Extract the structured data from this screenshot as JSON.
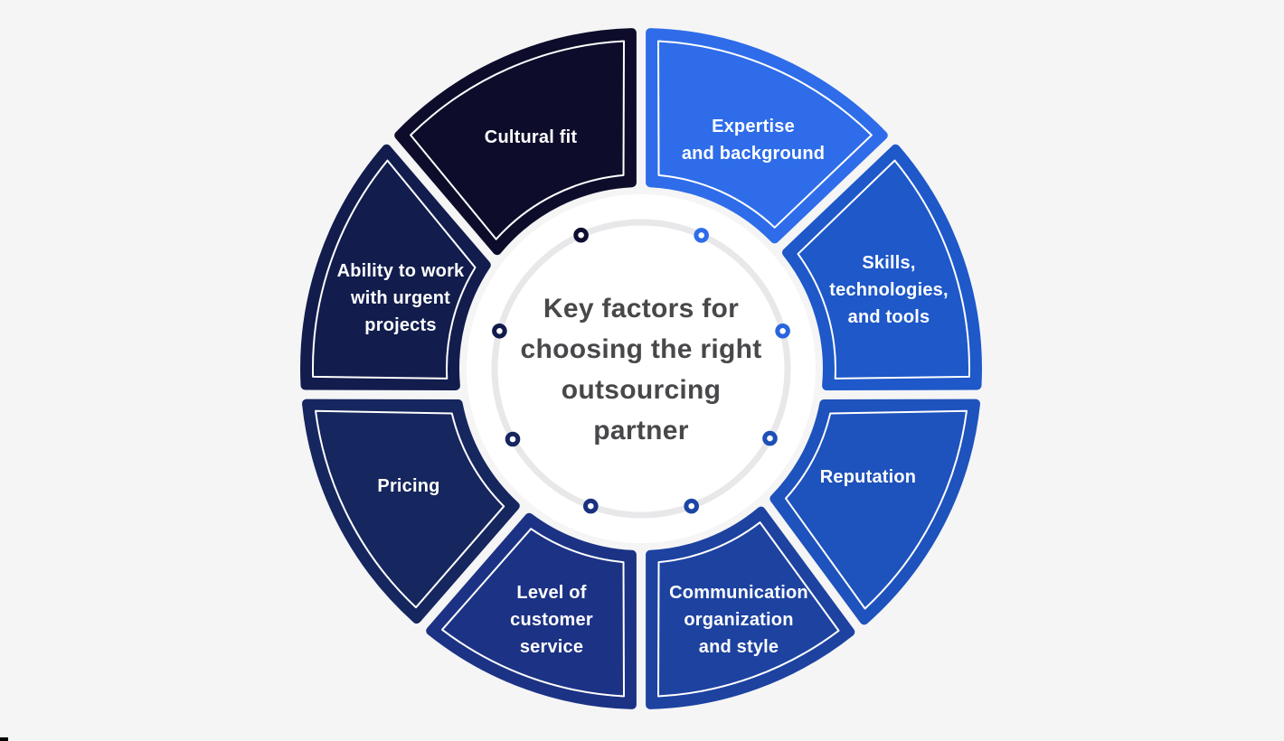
{
  "background_color": "#f5f5f6",
  "artifact_mark_color": "#000000",
  "label_text_color": "#ffffff",
  "center": {
    "title": "Key factors for choosing the right outsourcing partner",
    "title_lines": [
      "Key factors for",
      "choosing the right",
      "outsourcing",
      "partner"
    ],
    "text_color": "#48484b",
    "circle_color": "#ffffff",
    "ring_color": "#e8e8ea"
  },
  "segments": [
    {
      "id": "cultural-fit",
      "label": "Cultural fit",
      "lines": [
        "Cultural fit"
      ],
      "color": "#0d0d2b"
    },
    {
      "id": "expertise-and-background",
      "label": "Expertise and background",
      "lines": [
        "Expertise",
        "and background"
      ],
      "color": "#2e6ce9"
    },
    {
      "id": "skills-technologies-and-tools",
      "label": "Skills, technologies, and tools",
      "lines": [
        "Skills,",
        "technologies,",
        "and tools"
      ],
      "color": "#1e58c9"
    },
    {
      "id": "reputation",
      "label": "Reputation",
      "lines": [
        "Reputation"
      ],
      "color": "#1e52bc"
    },
    {
      "id": "communication-organization-and-style",
      "label": "Communication organization and style",
      "lines": [
        "Communication",
        "organization",
        "and style"
      ],
      "color": "#1d42a0"
    },
    {
      "id": "level-of-customer-service",
      "label": "Level of customer service",
      "lines": [
        "Level of",
        "customer",
        "service"
      ],
      "color": "#1c3284"
    },
    {
      "id": "pricing",
      "label": "Pricing",
      "lines": [
        "Pricing"
      ],
      "color": "#16265e"
    },
    {
      "id": "ability-to-work-with-urgent-projects",
      "label": "Ability to work with urgent projects",
      "lines": [
        "Ability to work",
        "with urgent",
        "projects"
      ],
      "color": "#121d4d"
    }
  ],
  "dots": [
    {
      "for": "cultural-fit",
      "color": "#0e0e33"
    },
    {
      "for": "expertise-and-background",
      "color": "#2e6ce9"
    },
    {
      "for": "skills-technologies-and-tools",
      "color": "#2a65de"
    },
    {
      "for": "reputation",
      "color": "#1d4fb6"
    },
    {
      "for": "communication-organization-and-style",
      "color": "#1c45a5"
    },
    {
      "for": "level-of-customer-service",
      "color": "#1a3080"
    },
    {
      "for": "pricing",
      "color": "#15265e"
    },
    {
      "for": "ability-to-work-with-urgent-projects",
      "color": "#111c4b"
    }
  ]
}
